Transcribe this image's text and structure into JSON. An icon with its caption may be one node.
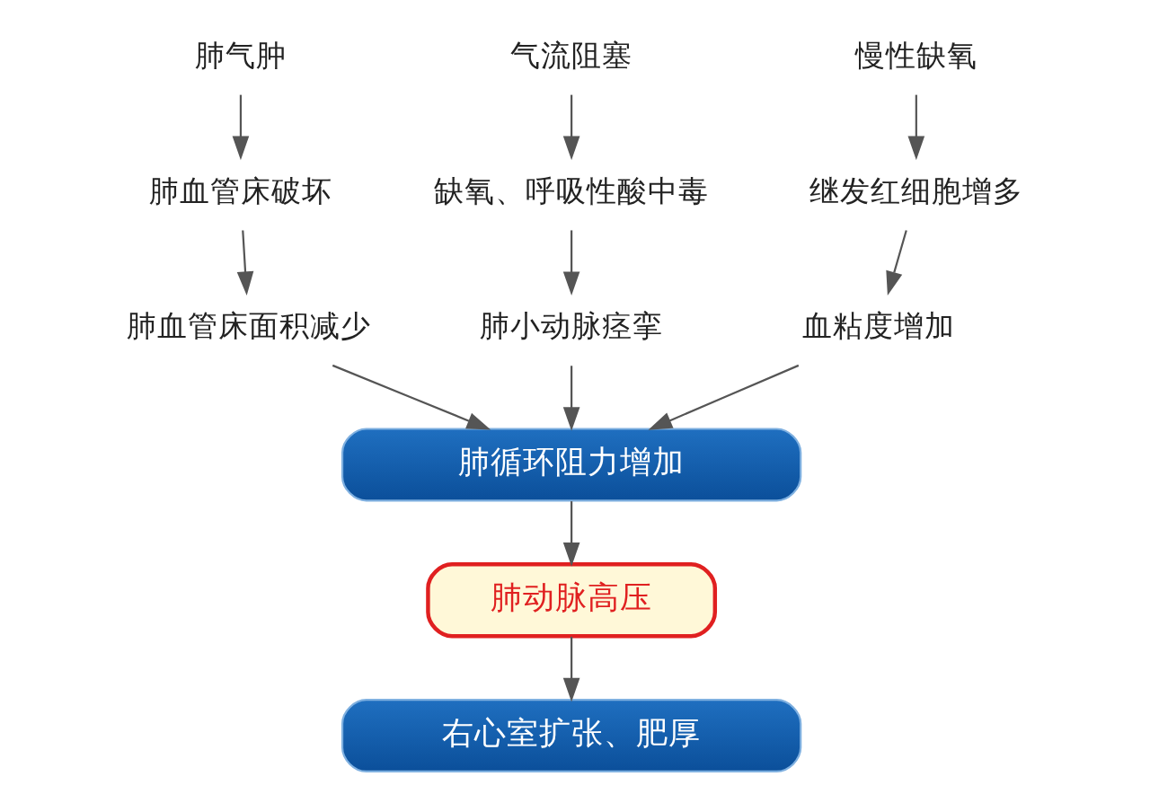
{
  "diagram": {
    "nodes": [
      {
        "text": [
          "肺气肿"
        ]
      },
      {
        "text": [
          "气流阻塞"
        ]
      },
      {
        "text": [
          "慢性缺氧"
        ]
      },
      {
        "text": [
          "肺血管床破坏"
        ]
      },
      {
        "text": [
          "缺氧、呼吸性酸中毒"
        ]
      },
      {
        "text": [
          "继发红细胞增多"
        ]
      },
      {
        "text": [
          "肺血管床面积减少"
        ]
      },
      {
        "text": [
          "肺小动脉痉挛"
        ]
      },
      {
        "text": [
          "血粘度增加"
        ]
      },
      {
        "text": [
          "肺循环阻力增加"
        ]
      },
      {
        "text": [
          "肺动脉高压"
        ]
      },
      {
        "text": [
          "右心室扩张、肥厚"
        ]
      }
    ],
    "edges": [
      {
        "from": 0,
        "to": 3,
        "arrow": "to"
      },
      {
        "from": 1,
        "to": 4,
        "arrow": "to"
      },
      {
        "from": 2,
        "to": 5,
        "arrow": "to"
      },
      {
        "from": 3,
        "to": 6,
        "arrow": "to"
      },
      {
        "from": 4,
        "to": 7,
        "arrow": "to"
      },
      {
        "from": 5,
        "to": 8,
        "arrow": "to"
      },
      {
        "from": 6,
        "to": 9,
        "arrow": "to"
      },
      {
        "from": 7,
        "to": 9,
        "arrow": "to"
      },
      {
        "from": 8,
        "to": 9,
        "arrow": "to"
      },
      {
        "from": 9,
        "to": 10,
        "arrow": "to"
      },
      {
        "from": 10,
        "to": 11,
        "arrow": "to"
      }
    ]
  }
}
